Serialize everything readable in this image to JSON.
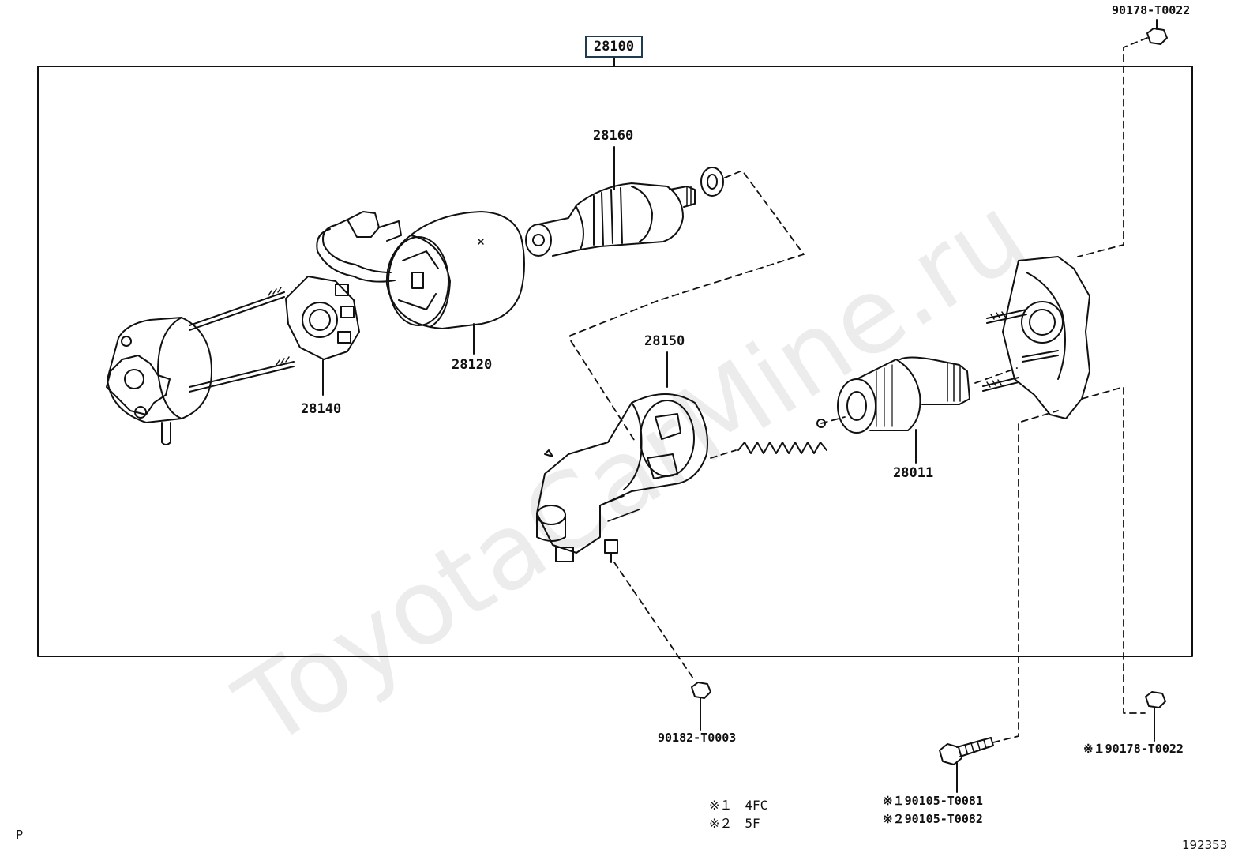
{
  "watermark": "ToyotaCarMine.ru",
  "assembly_label": "28100",
  "labels": {
    "p28160": "28160",
    "p28120": "28120",
    "p28140": "28140",
    "p28150": "28150",
    "p28011": "28011",
    "bolt_top": "90178-T0022",
    "nut_bottom": "90182-T0003",
    "bolt_right": "※１90178-T0022",
    "bolt_lower_1": "※１90105-T0081",
    "bolt_lower_2": "※２90105-T0082"
  },
  "notes": {
    "note1": "※１　4FC",
    "note2": "※２　5F"
  },
  "corner_left": "P",
  "corner_right": "192353"
}
